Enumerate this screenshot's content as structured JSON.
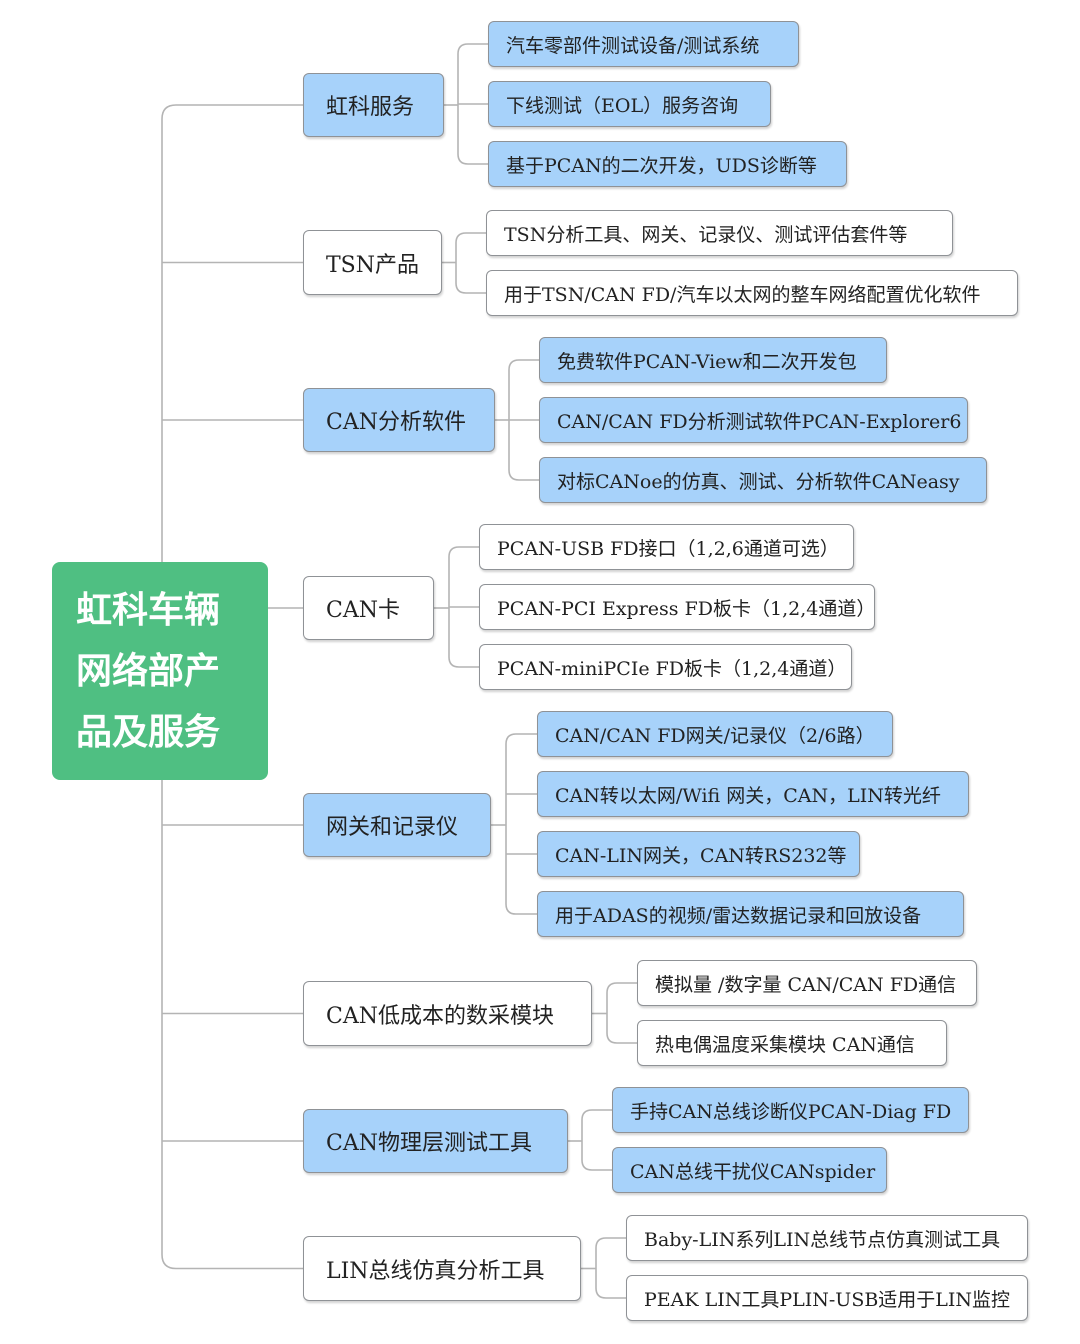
{
  "root": {
    "label": "虹科车辆网络部产品及服务"
  },
  "colors": {
    "root": "#4fbf82",
    "highlight": "#a7d2fa",
    "plain": "#ffffff",
    "border": "#8f9296",
    "line": "#b4b4b4"
  },
  "categories": [
    {
      "label": "虹科服务",
      "highlight": true,
      "children": [
        "汽车零部件测试设备/测试系统",
        "下线测试（EOL）服务咨询",
        "基于PCAN的二次开发，UDS诊断等"
      ]
    },
    {
      "label": "TSN产品",
      "highlight": false,
      "children": [
        "TSN分析工具、网关、记录仪、测试评估套件等",
        "用于TSN/CAN FD/汽车以太网的整车网络配置优化软件"
      ]
    },
    {
      "label": "CAN分析软件",
      "highlight": true,
      "children": [
        "免费软件PCAN-View和二次开发包",
        "CAN/CAN FD分析测试软件PCAN-Explorer6",
        "对标CANoe的仿真、测试、分析软件CANeasy"
      ]
    },
    {
      "label": "CAN卡",
      "highlight": false,
      "children": [
        "PCAN-USB FD接口（1,2,6通道可选）",
        "PCAN-PCI Express FD板卡（1,2,4通道）",
        "PCAN-miniPCIe FD板卡（1,2,4通道）"
      ]
    },
    {
      "label": "网关和记录仪",
      "highlight": true,
      "children": [
        "CAN/CAN FD网关/记录仪（2/6路）",
        "CAN转以太网/Wifi 网关，CAN，LIN转光纤",
        "CAN-LIN网关，CAN转RS232等",
        "用于ADAS的视频/雷达数据记录和回放设备"
      ]
    },
    {
      "label": "CAN低成本的数采模块",
      "highlight": false,
      "children": [
        "模拟量 /数字量 CAN/CAN FD通信",
        "热电偶温度采集模块 CAN通信"
      ]
    },
    {
      "label": "CAN物理层测试工具",
      "highlight": true,
      "children": [
        "手持CAN总线诊断仪PCAN-Diag FD",
        "CAN总线干扰仪CANspider"
      ]
    },
    {
      "label": "LIN总线仿真分析工具",
      "highlight": false,
      "children": [
        "Baby-LIN系列LIN总线节点仿真测试工具",
        "PEAK LIN工具PLIN-USB适用于LIN监控"
      ]
    }
  ]
}
